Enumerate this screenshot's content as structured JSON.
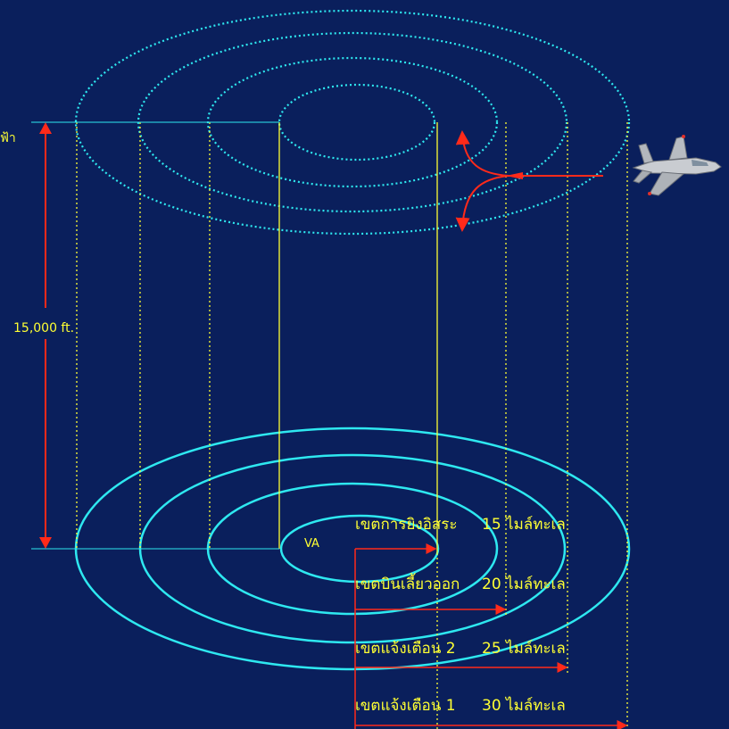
{
  "colors": {
    "background": "#0a1f5c",
    "ring": "#2ee8f0",
    "guide": "#ffff33",
    "arrow": "#ff2a1a",
    "text": "#ffff33"
  },
  "altitude_label": "15,000 ft.",
  "center_label": "VA",
  "edge_fragment": "ฟ้า",
  "zones": [
    {
      "name": "เขตการยิงอิสระ",
      "distance": "15 ไมล์ทะเล"
    },
    {
      "name": "เขตบินเลี้ยวออก",
      "distance": "20 ไมล์ทะเล"
    },
    {
      "name": "เขตแจ้งเตือน 2",
      "distance": "25 ไมล์ทะเล"
    },
    {
      "name": "เขตแจ้งเตือน 1",
      "distance": "30 ไมล์ทะเล"
    }
  ],
  "icons": {
    "aircraft": "fighter-jet-icon"
  }
}
